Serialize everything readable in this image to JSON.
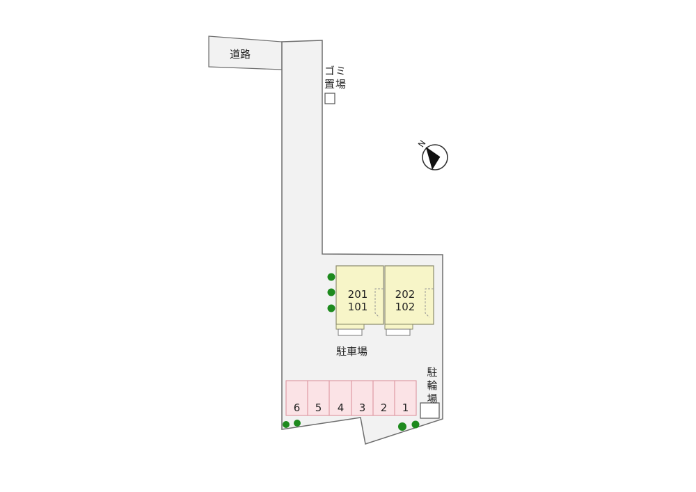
{
  "labels": {
    "road": "道路",
    "garbage": [
      "ゴ",
      "ミ",
      "置",
      "場"
    ],
    "parking": "駐車場",
    "bicycle_parking": [
      "駐",
      "輪",
      "場"
    ],
    "north": "N"
  },
  "units": [
    {
      "upper": "201",
      "lower": "101"
    },
    {
      "upper": "202",
      "lower": "102"
    }
  ],
  "parking_spaces": [
    "6",
    "5",
    "4",
    "3",
    "2",
    "1"
  ],
  "colors": {
    "lot_fill": "#f2f2f2",
    "outline": "#6d6d6d",
    "building_fill": "#f7f5c8",
    "parking_space_fill": "#fbe3e6",
    "parking_space_stroke": "#d98b97",
    "tree": "#1e8a1e"
  },
  "icons": [
    "compass-icon",
    "tree-icon",
    "garbage-box-icon",
    "bicycle-box-icon"
  ]
}
